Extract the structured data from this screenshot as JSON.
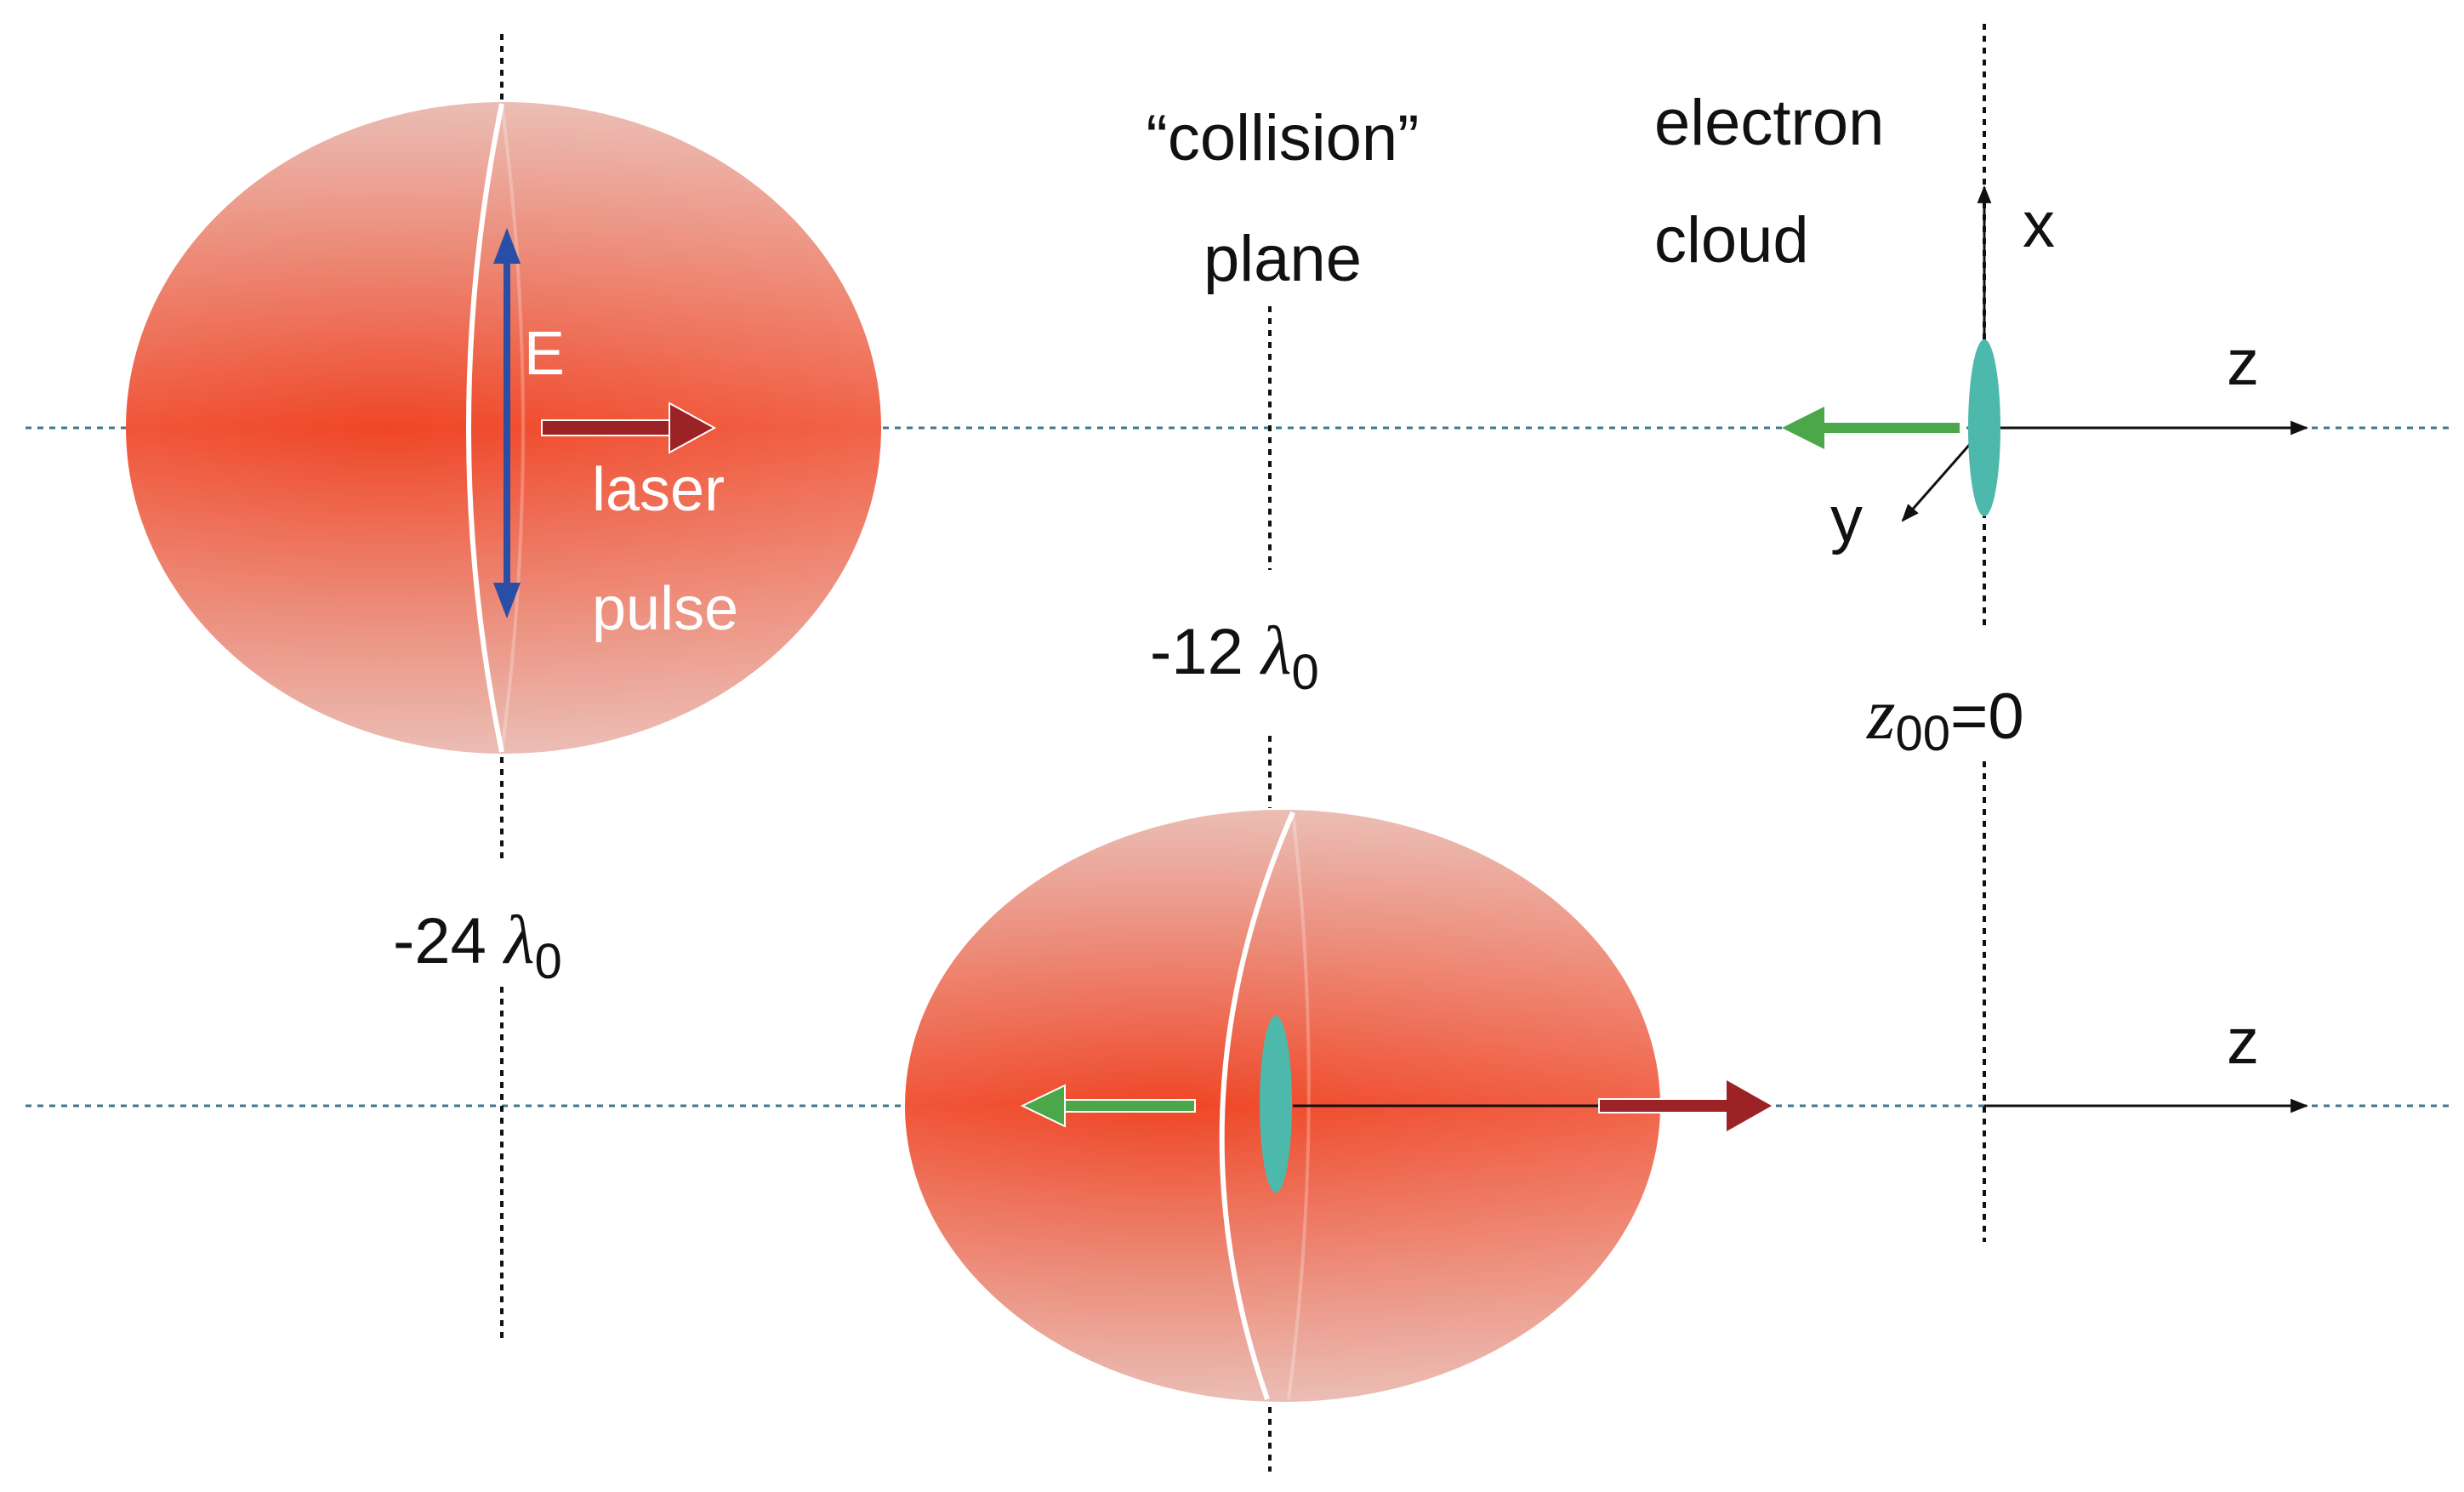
{
  "colors": {
    "pulse_core": "#ef4626",
    "pulse_edge": "#e8b4aa",
    "field_arrow": "#2a4ea6",
    "laser_arrow": "#9b2326",
    "electron_arrow": "#4aa84a",
    "electron_cloud": "#4db8ac",
    "axis_line": "#3a7a8c"
  },
  "labels": {
    "field": "E",
    "laser_line1": "laser",
    "laser_line2": "pulse",
    "collision_line1": "“collision”",
    "collision_line2": "plane",
    "electron_line1": "electron",
    "electron_line2": "cloud",
    "axis_x": "x",
    "axis_y": "y",
    "axis_z_top": "z",
    "axis_z_bottom": "z"
  },
  "positions": {
    "left_prefix": "-24",
    "middle_prefix": "-12",
    "lambda": "λ",
    "lambda_sub": "0",
    "origin_symbol": "z",
    "origin_sub": "00",
    "origin_suffix": "=0"
  }
}
